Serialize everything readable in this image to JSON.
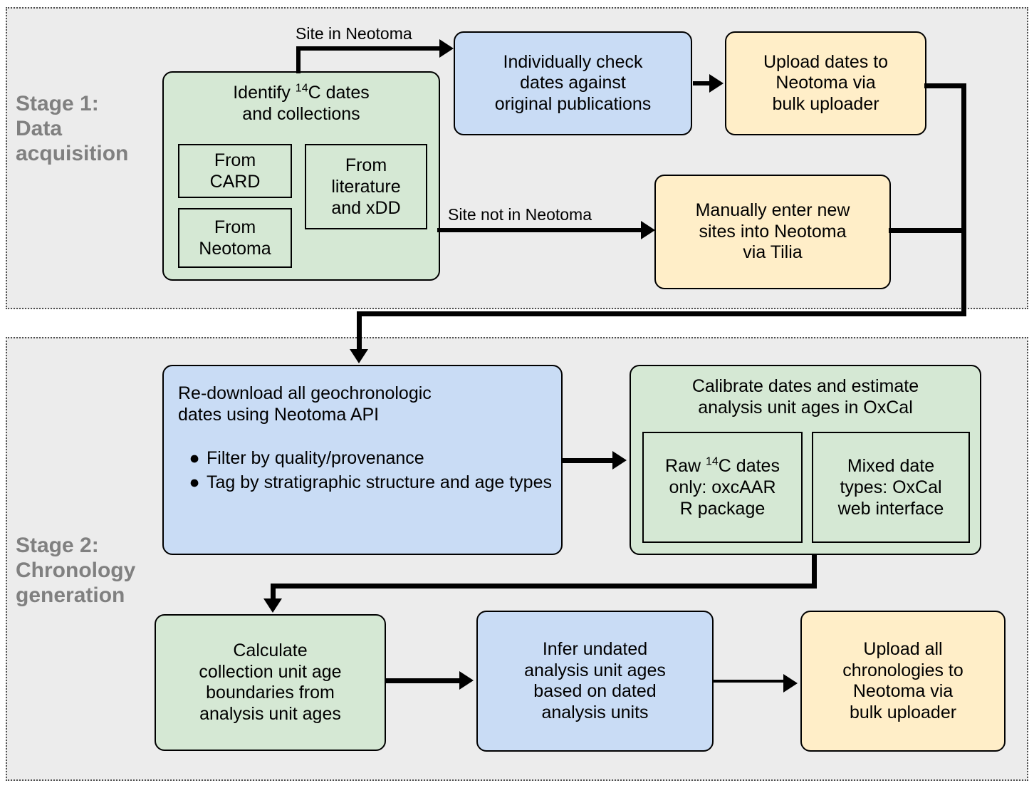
{
  "figure": {
    "type": "flowchart",
    "title": "Neotoma radiocarbon data acquisition and chronology generation workflow"
  },
  "stages": [
    {
      "id": "stage1",
      "label_line1": "Stage 1:",
      "label_line2": "Data",
      "label_line3": "acquisition"
    },
    {
      "id": "stage2",
      "label_line1": "Stage 2:",
      "label_line2": "Chronology",
      "label_line3": "generation"
    }
  ],
  "nodes": {
    "identify": {
      "heading_line1_a": "Identify ",
      "heading_sup": "14",
      "heading_line1_b": "C dates",
      "heading_line2": "and collections",
      "color": "#d5e8d4",
      "sub": [
        {
          "line1": "From",
          "line2": "CARD"
        },
        {
          "line1": "From",
          "line2": "literature",
          "line3": "and xDD"
        },
        {
          "line1": "From",
          "line2": "Neotoma"
        }
      ]
    },
    "check_dates": {
      "line1": "Individually check",
      "line2": "dates against",
      "line3": "original publications",
      "color": "#c9dcf5"
    },
    "upload_dates": {
      "line1": "Upload dates to",
      "line2": "Neotoma via",
      "line3": "bulk uploader",
      "color": "#ffeec8"
    },
    "manual_entry": {
      "line1": "Manually enter new",
      "line2": "sites into Neotoma",
      "line3": "via Tilia",
      "color": "#ffeec8"
    },
    "redownload": {
      "heading_line1": "Re-download all geochronologic",
      "heading_line2": "dates using Neotoma API",
      "bullets": [
        "Filter by quality/provenance",
        "Tag by stratigraphic structure and age types"
      ],
      "bullet_marker": "●",
      "color": "#c9dcf5"
    },
    "calibrate": {
      "heading_line1": "Calibrate dates and estimate",
      "heading_line2": "analysis unit ages in OxCal",
      "color": "#d5e8d4",
      "sub": [
        {
          "line1_a": "Raw ",
          "sup": "14",
          "line1_b": "C dates",
          "line2": "only: oxcAAR",
          "line3": "R package"
        },
        {
          "line1": "Mixed date",
          "line2": "types: OxCal",
          "line3": "web interface"
        }
      ]
    },
    "calculate": {
      "line1": "Calculate",
      "line2": "collection unit age",
      "line3": "boundaries from",
      "line4": "analysis unit ages",
      "color": "#d5e8d4"
    },
    "infer": {
      "line1": "Infer undated",
      "line2": "analysis unit ages",
      "line3": "based on dated",
      "line4": "analysis units",
      "color": "#c9dcf5"
    },
    "upload_chronologies": {
      "line1": "Upload all",
      "line2": "chronologies to",
      "line3": "Neotoma via",
      "line4": "bulk uploader",
      "color": "#ffeec8"
    }
  },
  "edge_labels": {
    "site_in": "Site in Neotoma",
    "site_not_in": "Site not in Neotoma"
  },
  "palette": {
    "green": "#d5e8d4",
    "blue": "#c9dcf5",
    "yellow": "#ffeec8",
    "panel_bg": "#ececec",
    "panel_border": "#4d4d4d",
    "stage_label": "#808080",
    "stroke": "#000000"
  }
}
